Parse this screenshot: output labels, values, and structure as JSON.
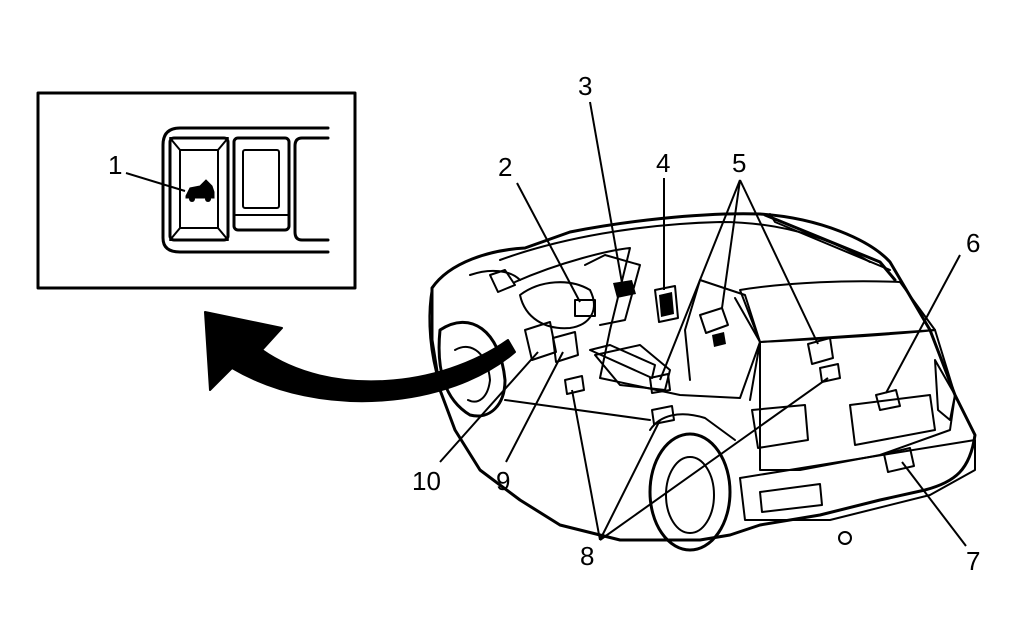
{
  "callouts": {
    "c1": "1",
    "c2": "2",
    "c3": "3",
    "c4": "4",
    "c5": "5",
    "c6": "6",
    "c7": "7",
    "c8": "8",
    "c9": "9",
    "c10": "10"
  },
  "icons": {
    "inset_switch": "trunk-release-icon",
    "pointer": "curved-arrow-icon"
  },
  "colors": {
    "ink": "#000000",
    "paper": "#ffffff"
  }
}
